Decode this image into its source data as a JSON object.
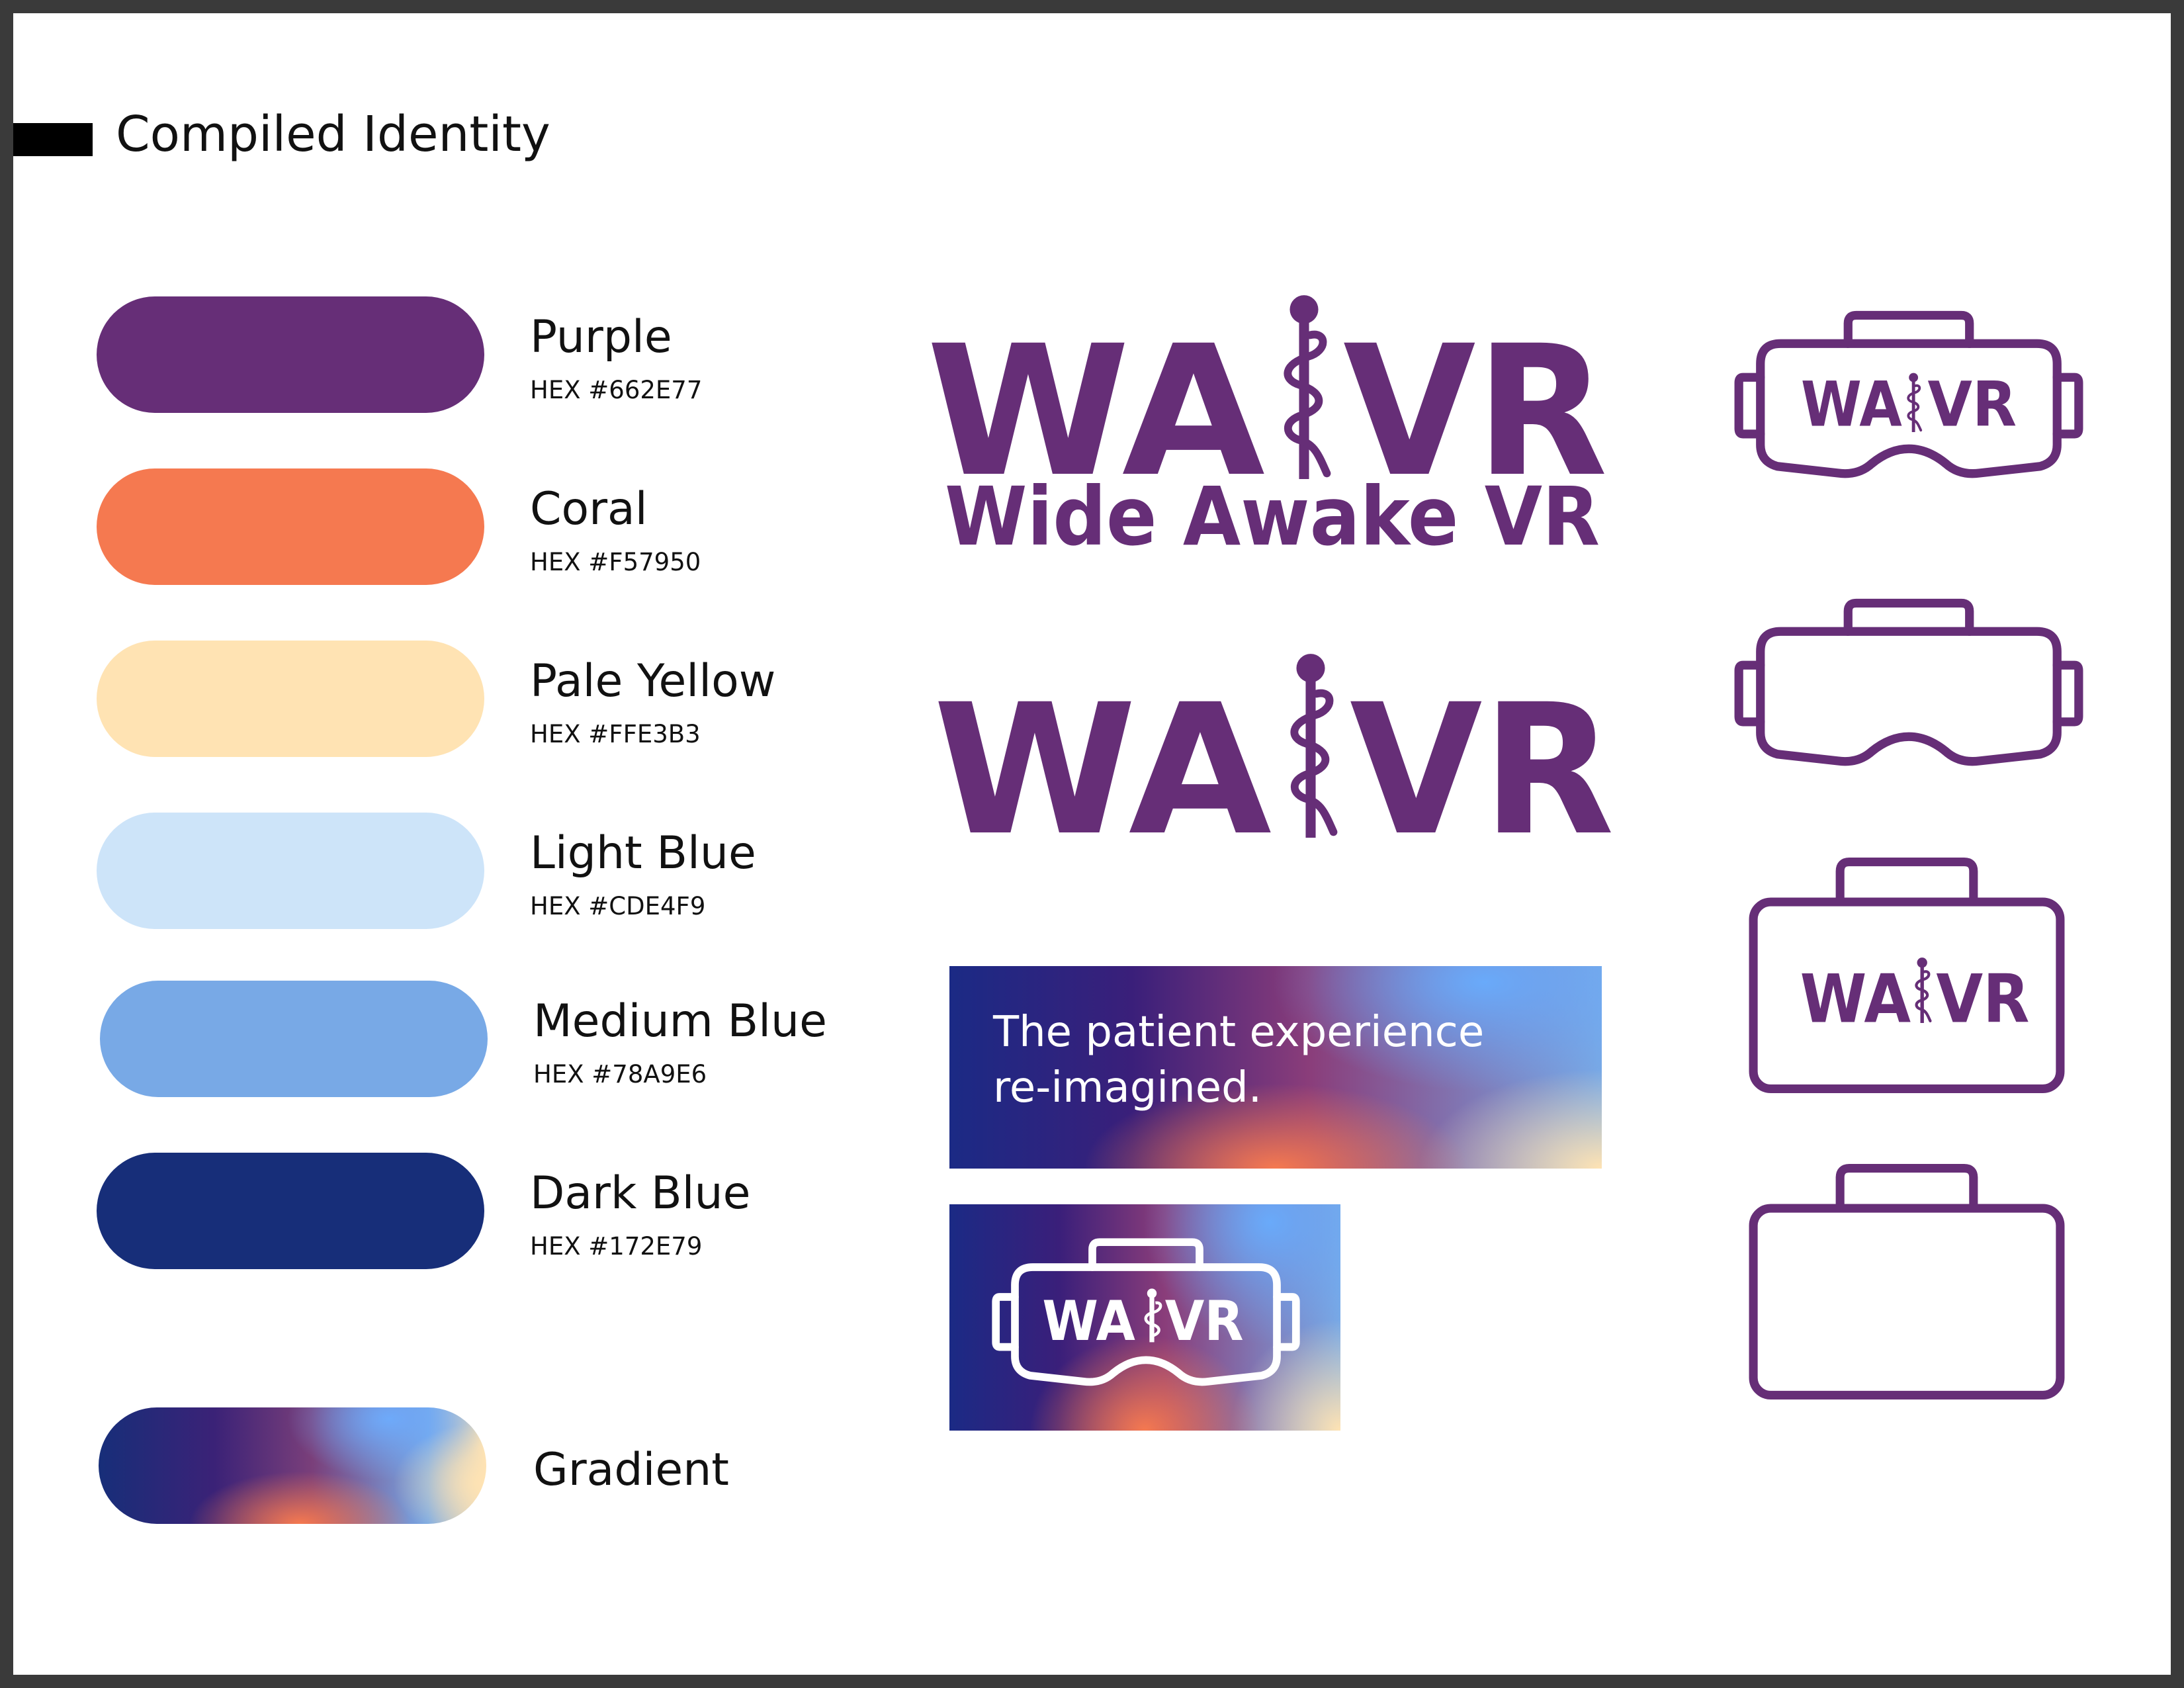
{
  "page": {
    "title": "Compiled Identity"
  },
  "palette": [
    {
      "name": "Purple",
      "hex_label": "HEX #662E77",
      "color": "#662E77"
    },
    {
      "name": "Coral",
      "hex_label": "HEX #F57950",
      "color": "#F57950"
    },
    {
      "name": "Pale Yellow",
      "hex_label": "HEX #FFE3B3",
      "color": "#FFE3B3"
    },
    {
      "name": "Light Blue",
      "hex_label": "HEX #CDE4F9",
      "color": "#CDE4F9"
    },
    {
      "name": "Medium Blue",
      "hex_label": "HEX #78A9E6",
      "color": "#78A9E6"
    },
    {
      "name": "Dark Blue",
      "hex_label": "HEX #172E79",
      "color": "#172E79"
    }
  ],
  "gradient": {
    "name": "Gradient"
  },
  "logo": {
    "wordmark_left": "WA",
    "wordmark_right": "VR",
    "tagline": "Wide Awake VR",
    "color": "#662E77",
    "icon_name": "rod-of-asclepius-icon"
  },
  "banner": {
    "line1": "The patient experience",
    "line2": "re-imagined."
  }
}
